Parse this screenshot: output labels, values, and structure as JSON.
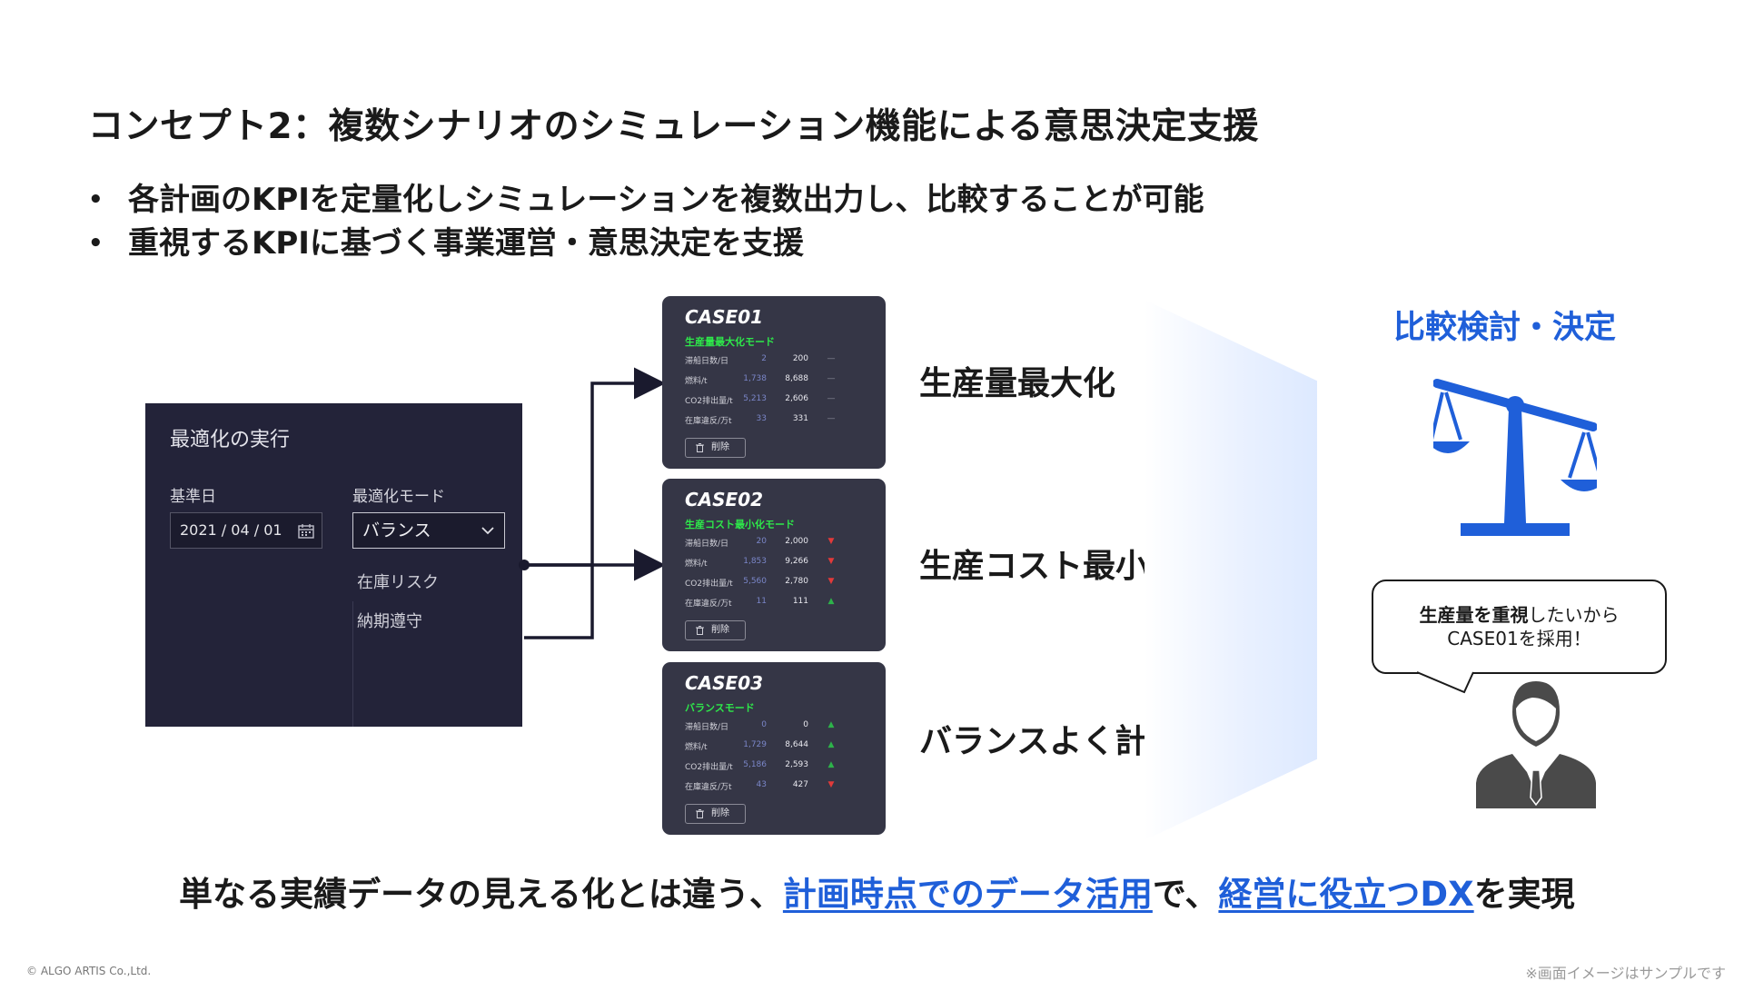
{
  "slide": {
    "title": "コンセプト2：複数シナリオのシミュレーション機能による意思決定支援",
    "bullets": [
      "各計画のKPIを定量化しシミュレーションを複数出力し、比較することが可能",
      "重視するKPIに基づく事業運営・意思決定を支援"
    ],
    "bullet_marker": "•"
  },
  "optimization_panel": {
    "title": "最適化の実行",
    "date_label": "基準日",
    "date_value": "2021 / 04 / 01",
    "mode_label": "最適化モード",
    "mode_value": "バランス",
    "options": [
      "在庫リスク",
      "納期遵守"
    ]
  },
  "cases": [
    {
      "name": "CASE01",
      "mode": "生産量最大化モード",
      "rows": [
        {
          "label": "滞船日数/日",
          "value_a": "2",
          "value_b": "200",
          "trend": "flat"
        },
        {
          "label": "燃料/t",
          "value_a": "1,738",
          "value_b": "8,688",
          "trend": "flat"
        },
        {
          "label": "CO2排出量/t",
          "value_a": "5,213",
          "value_b": "2,606",
          "trend": "flat"
        },
        {
          "label": "在庫違反/万t",
          "value_a": "33",
          "value_b": "331",
          "trend": "flat"
        }
      ],
      "delete_label": "削除",
      "caption": "生産量最大化"
    },
    {
      "name": "CASE02",
      "mode": "生産コスト最小化モード",
      "rows": [
        {
          "label": "滞船日数/日",
          "value_a": "20",
          "value_b": "2,000",
          "trend": "down"
        },
        {
          "label": "燃料/t",
          "value_a": "1,853",
          "value_b": "9,266",
          "trend": "down"
        },
        {
          "label": "CO2排出量/t",
          "value_a": "5,560",
          "value_b": "2,780",
          "trend": "down"
        },
        {
          "label": "在庫違反/万t",
          "value_a": "11",
          "value_b": "111",
          "trend": "up"
        }
      ],
      "delete_label": "削除",
      "caption": "生産コスト最小化"
    },
    {
      "name": "CASE03",
      "mode": "バランスモード",
      "rows": [
        {
          "label": "滞船日数/日",
          "value_a": "0",
          "value_b": "0",
          "trend": "up"
        },
        {
          "label": "燃料/t",
          "value_a": "1,729",
          "value_b": "8,644",
          "trend": "up"
        },
        {
          "label": "CO2排出量/t",
          "value_a": "5,186",
          "value_b": "2,593",
          "trend": "up"
        },
        {
          "label": "在庫違反/万t",
          "value_a": "43",
          "value_b": "427",
          "trend": "down"
        }
      ],
      "delete_label": "削除",
      "caption": "バランスよく計画"
    }
  ],
  "trend_symbols": {
    "up": "▲",
    "down": "▼",
    "flat": "—"
  },
  "decision": {
    "heading": "比較検討・決定",
    "bubble_bold": "生産量を重視",
    "bubble_rest": "したいから",
    "bubble_line2": "CASE01を採用！",
    "icon": "scale-icon",
    "person_icon": "businessman-icon"
  },
  "summary": {
    "part1": "単なる実績データの見える化とは違う、",
    "highlight1": "計画時点でのデータ活用",
    "part2": "で、",
    "highlight2": "経営に役立つDX",
    "part3": "を実現"
  },
  "footer": {
    "copyright": "© ALGO ARTIS Co.,Ltd.",
    "note": "※画面イメージはサンプルです"
  },
  "colors": {
    "accent_blue": "#1f5fd9",
    "panel_bg": "#232339",
    "card_bg": "#353646",
    "mode_green": "#2ee84a",
    "trend_down": "#e23a3a",
    "trend_up": "#2db34a"
  }
}
